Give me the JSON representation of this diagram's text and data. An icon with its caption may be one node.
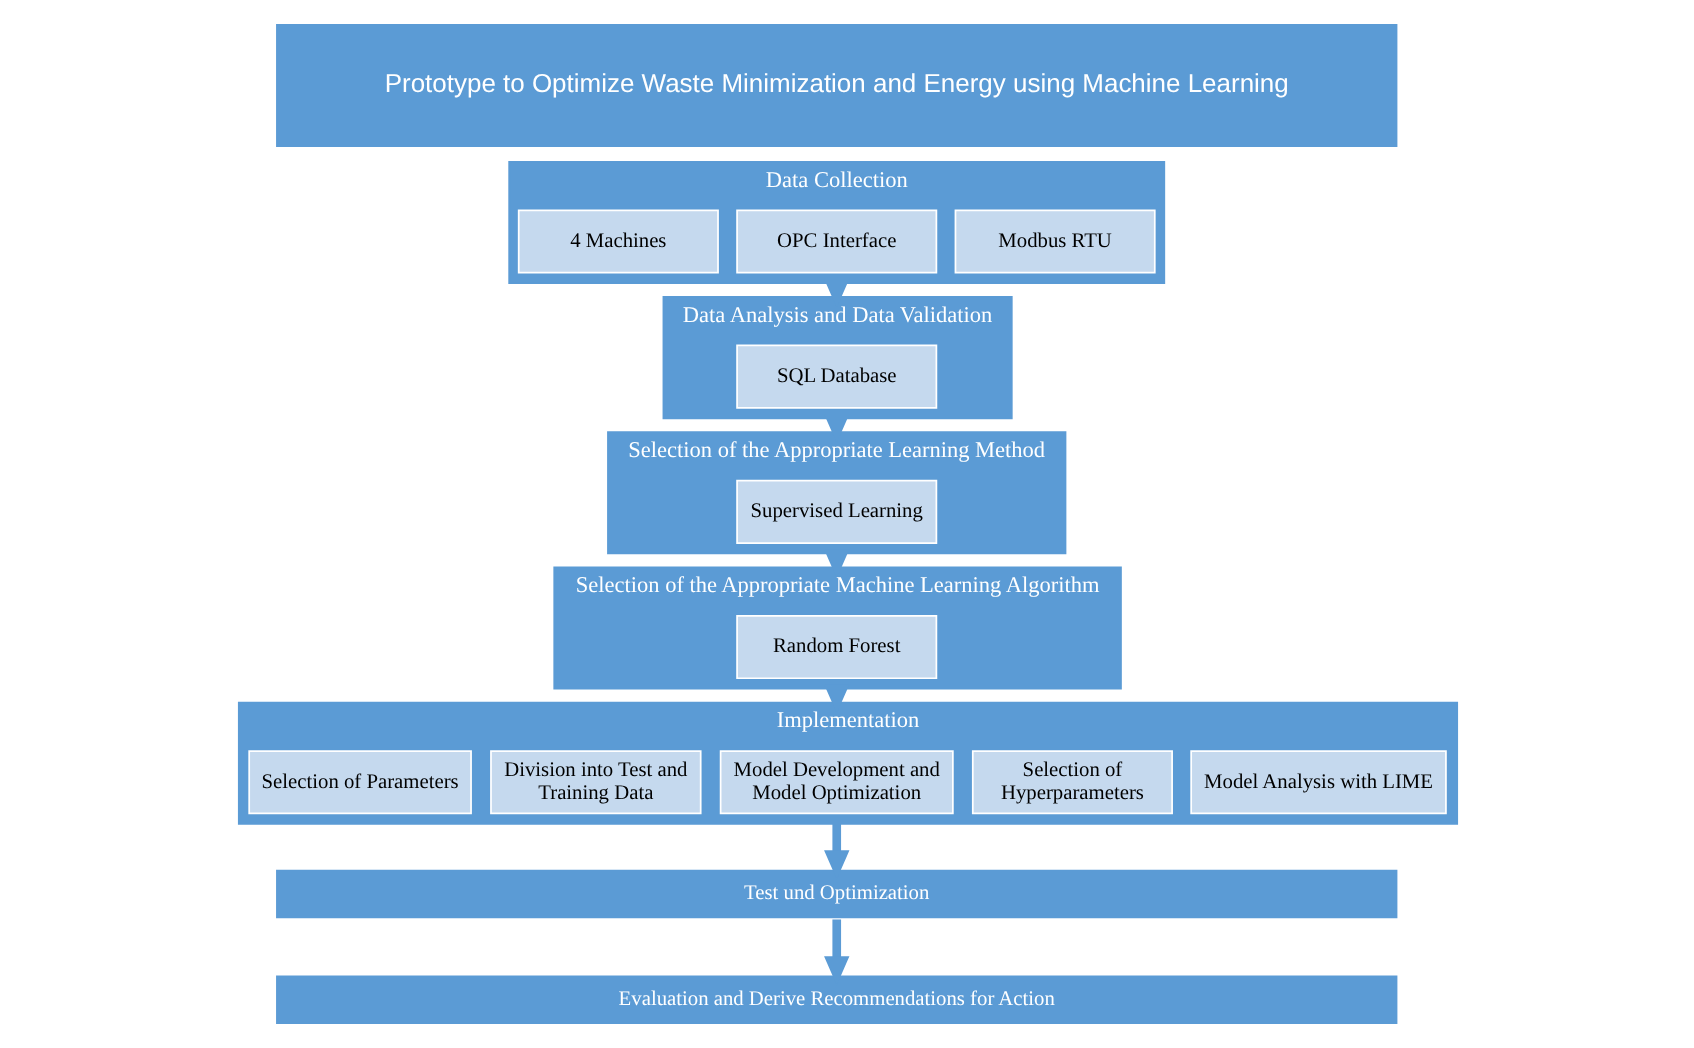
{
  "diagram": {
    "nodes": [
      {
        "text": [
          "Prototype to Optimize Waste Minimization and Energy using Machine Learning"
        ]
      },
      {
        "text": [
          "Data Collection"
        ]
      },
      {
        "text": [
          "4 Machines"
        ],
        "in": 1
      },
      {
        "text": [
          "OPC Interface"
        ],
        "in": 1
      },
      {
        "text": [
          "Modbus RTU"
        ],
        "in": 1
      },
      {
        "text": [
          "Data Analysis and Data Validation"
        ]
      },
      {
        "text": [
          "SQL Database"
        ],
        "in": 5
      },
      {
        "text": [
          "Selection of the Appropriate Learning Method"
        ]
      },
      {
        "text": [
          "Supervised Learning"
        ],
        "in": 7
      },
      {
        "text": [
          "Selection of the Appropriate Machine Learning Algorithm"
        ]
      },
      {
        "text": [
          "Random Forest"
        ],
        "in": 9
      },
      {
        "text": [
          "Implementation"
        ]
      },
      {
        "text": [
          "Selection of Parameters"
        ],
        "in": 11
      },
      {
        "text": [
          "Division into Test and Training Data"
        ],
        "in": 11
      },
      {
        "text": [
          "Model Development and Model Optimization"
        ],
        "in": 11
      },
      {
        "text": [
          "Selection of Hyperparameters"
        ],
        "in": 11
      },
      {
        "text": [
          "Model Analysis with LIME"
        ],
        "in": 11
      },
      {
        "text": [
          "Test und Optimization"
        ]
      },
      {
        "text": [
          "Evaluation and Derive Recommendations for Action"
        ]
      }
    ],
    "edges": [
      {
        "from": 1,
        "to": 5,
        "arrow": "to"
      },
      {
        "from": 5,
        "to": 7,
        "arrow": "to"
      },
      {
        "from": 7,
        "to": 9,
        "arrow": "to"
      },
      {
        "from": 9,
        "to": 11,
        "arrow": "to"
      },
      {
        "from": 11,
        "to": 17,
        "arrow": "to"
      },
      {
        "from": 17,
        "to": 18,
        "arrow": "to"
      }
    ]
  }
}
